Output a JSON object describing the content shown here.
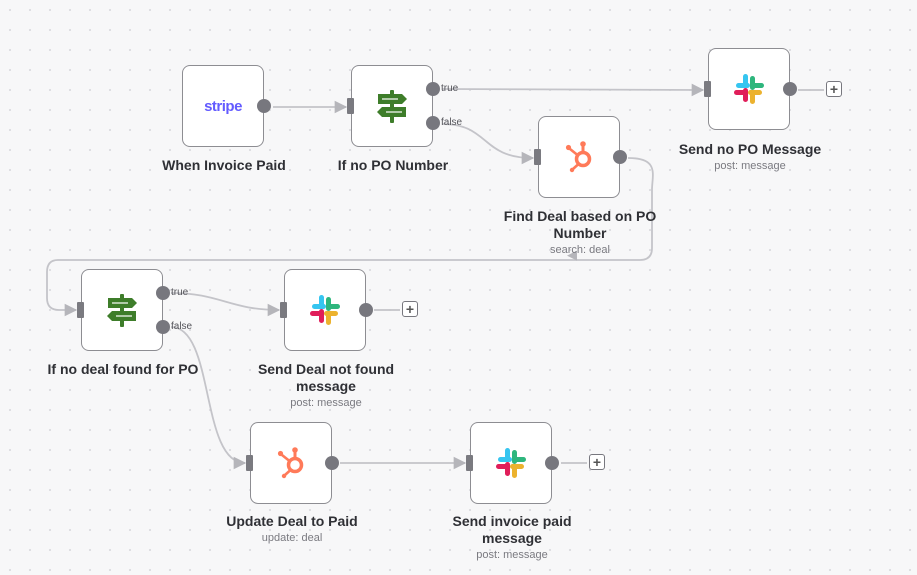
{
  "nodes": {
    "invoice_paid": {
      "title": "When Invoice Paid",
      "logo_text": "stripe",
      "icon": "stripe-logo"
    },
    "if_no_po": {
      "title": "If no PO Number",
      "true_label": "true",
      "false_label": "false",
      "icon": "signpost-icon"
    },
    "send_no_po": {
      "title": "Send no PO Message",
      "subtitle": "post: message",
      "icon": "slack-icon"
    },
    "find_deal": {
      "title": "Find Deal based on PO Number",
      "subtitle": "search: deal",
      "icon": "hubspot-icon"
    },
    "if_no_deal": {
      "title": "If no deal found for PO",
      "true_label": "true",
      "false_label": "false",
      "icon": "signpost-icon"
    },
    "send_not_found": {
      "title": "Send Deal not found message",
      "subtitle": "post: message",
      "icon": "slack-icon"
    },
    "update_deal": {
      "title": "Update Deal to Paid",
      "subtitle": "update: deal",
      "icon": "hubspot-icon"
    },
    "send_invoice_paid": {
      "title": "Send invoice paid message",
      "subtitle": "post: message",
      "icon": "slack-icon"
    }
  },
  "add_button": "+",
  "colors": {
    "stripe": "#635bff",
    "hubspot": "#ff7a59",
    "signpost": "#3e7d2a",
    "slack": [
      "#36c5f0",
      "#2eb67d",
      "#ecb22e",
      "#e01e5a"
    ],
    "connector": "#c4c4c9"
  }
}
